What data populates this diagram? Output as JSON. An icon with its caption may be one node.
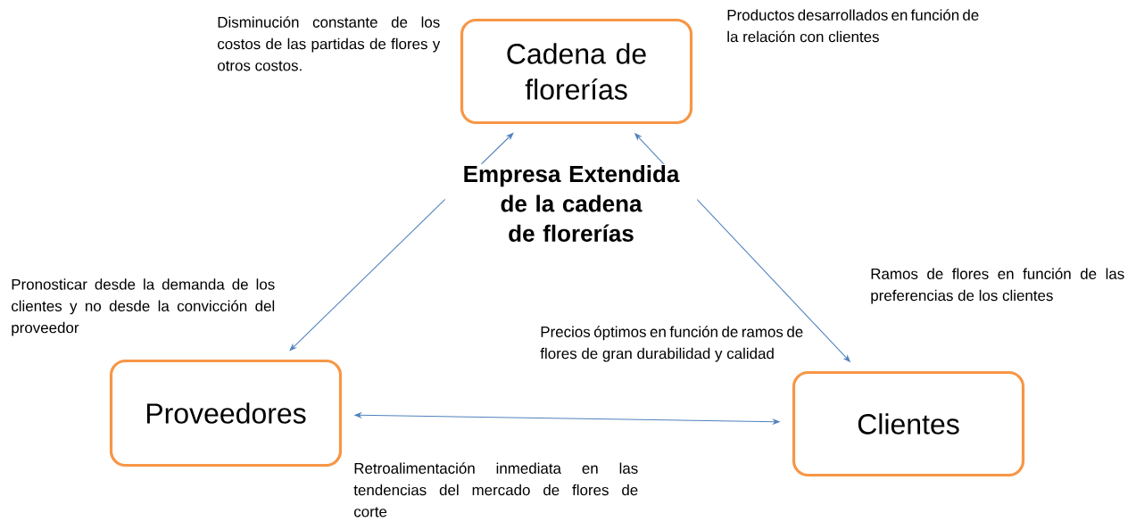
{
  "diagram": {
    "title": "Empresa Extendida de la cadena de florerías",
    "nodes": [
      {
        "text": [
          "Cadena de florerías"
        ]
      },
      {
        "text": [
          "Proveedores"
        ]
      },
      {
        "text": [
          "Clientes"
        ]
      }
    ],
    "edges": [
      {
        "from": 1,
        "to": 0,
        "arrow": "both"
      },
      {
        "from": 0,
        "to": 2,
        "arrow": "both"
      },
      {
        "from": 1,
        "to": 2,
        "arrow": "both"
      }
    ],
    "labels": [
      "Disminución constante de los costos de las partidas de flores y otros costos.",
      "Productos desarrollados en función de la relación con clientes",
      "Pronosticar desde la demanda de los clientes y no desde la convicción del proveedor",
      "Ramos de flores en función de las preferencias de los clientes",
      "Precios óptimos en función de ramos de flores de gran durabilidad y calidad",
      "Retroalimentación inmediata en las tendencias del mercado de flores de corte"
    ]
  }
}
